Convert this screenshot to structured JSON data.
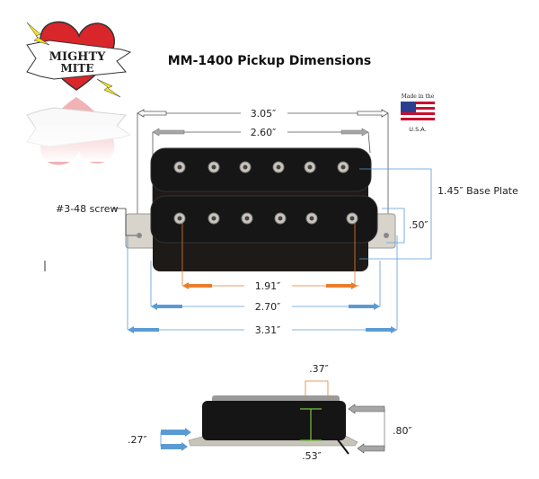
{
  "title": "MM-1400 Pickup Dimensions",
  "logo": {
    "text_line1": "MIGHTY",
    "text_line2": "MITE"
  },
  "badge": {
    "top": "Made in the",
    "bottom": "U.S.A."
  },
  "top_view": {
    "overall_width": "3.05″",
    "coil_width": "2.60″",
    "base_plate": "1.45″ Base Plate",
    "tab_height": ".50″",
    "screw": "#3-48 screw",
    "pole_spacing": "1.91″",
    "plate_width": "2.70″",
    "plate_overall": "3.31″"
  },
  "side_view": {
    "top_width": ".37″",
    "height": ".80″",
    "tab_offset": ".27″",
    "body_height": ".53″"
  },
  "colors": {
    "orange": "#e87d2e",
    "blue": "#5b9bd5",
    "gray": "#a6a6a6",
    "green": "#7ac143"
  }
}
